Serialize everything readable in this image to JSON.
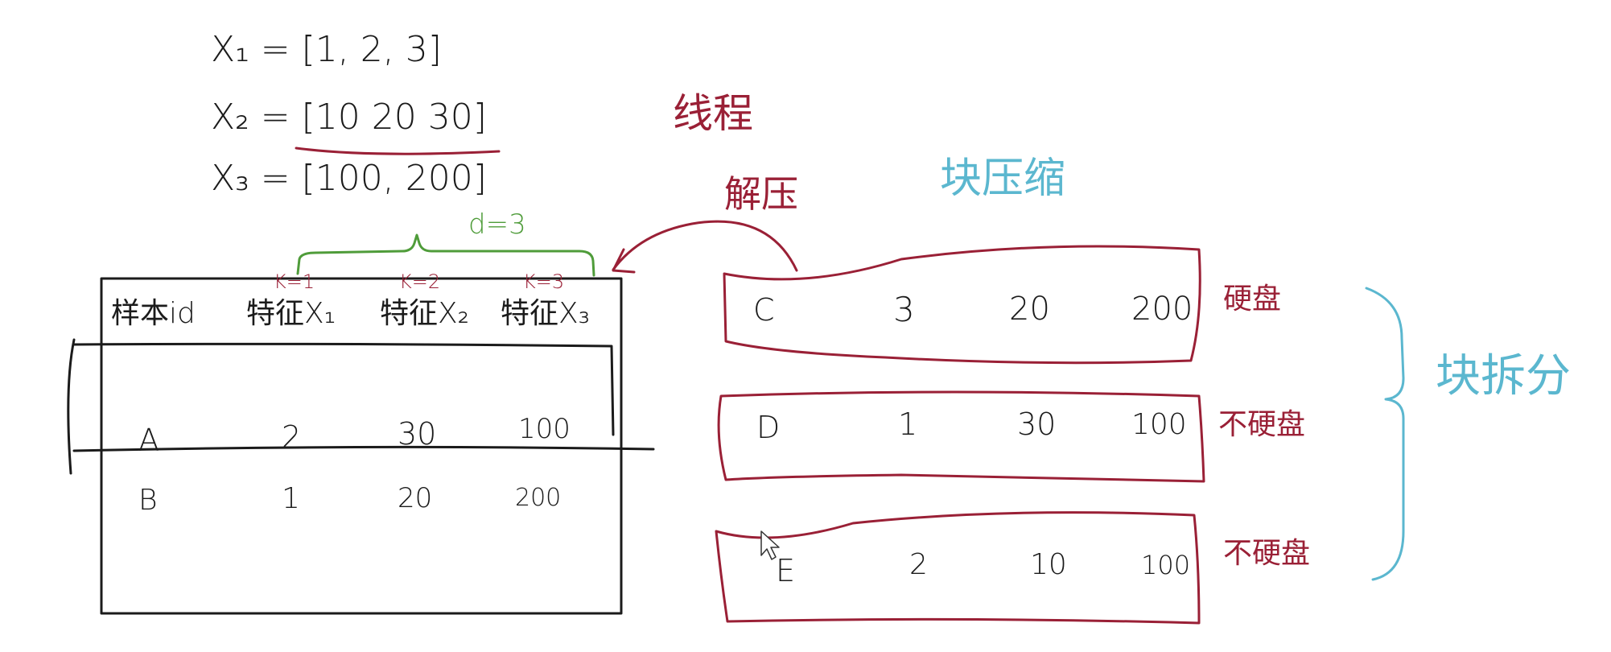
{
  "colors": {
    "ink_dark": "#1b1b1b",
    "ink_red": "#9a2036",
    "ink_green": "#4f9c3a",
    "ink_teal": "#5bb7cf",
    "background": "#ffffff"
  },
  "equations": [
    {
      "lhs": "X₁",
      "rhs": "[1, 2, 3]"
    },
    {
      "lhs": "X₂",
      "rhs": "[10 20 30]"
    },
    {
      "lhs": "X₃",
      "rhs": "[100, 200]"
    }
  ],
  "annotations": {
    "d_label": "d=3",
    "k_labels": [
      "K=1",
      "K=2",
      "K=3"
    ],
    "thread_label": "线程",
    "decompress_label": "解压",
    "block_compress_label": "块压缩",
    "block_split_label": "块拆分"
  },
  "table": {
    "headers": [
      "样本id",
      "特征X₁",
      "特征X₂",
      "特征X₃"
    ],
    "rows": [
      [
        "A",
        "2",
        "30",
        "100"
      ],
      [
        "B",
        "1",
        "20",
        "200"
      ]
    ]
  },
  "blocks": [
    {
      "cells": [
        "C",
        "3",
        "20",
        "200"
      ],
      "side_label": "硬盘"
    },
    {
      "cells": [
        "D",
        "1",
        "30",
        "100"
      ],
      "side_label": "不硬盘"
    },
    {
      "cells": [
        "E",
        "2",
        "10",
        "100"
      ],
      "side_label": "不硬盘"
    }
  ]
}
